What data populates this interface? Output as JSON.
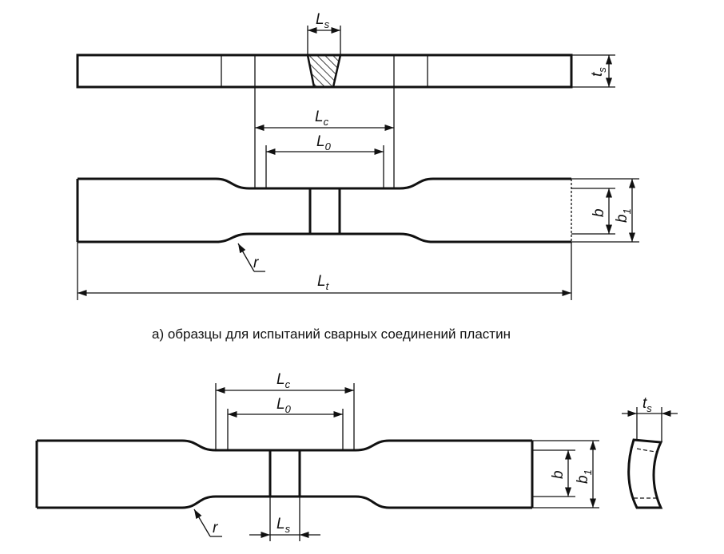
{
  "top_diagram": {
    "labels": {
      "ls": {
        "main": "L",
        "sub": "s"
      },
      "ts": {
        "main": "t",
        "sub": "s"
      },
      "lc": {
        "main": "L",
        "sub": "c"
      },
      "l0": {
        "main": "L",
        "sub": "0"
      },
      "b": {
        "main": "b",
        "sub": ""
      },
      "b1": {
        "main": "b",
        "sub": "1"
      },
      "r": {
        "main": "r",
        "sub": ""
      },
      "lt": {
        "main": "L",
        "sub": "t"
      }
    },
    "caption": "а)  образцы для испытаний сварных соединений пластин"
  },
  "bottom_diagram": {
    "labels": {
      "lc": {
        "main": "L",
        "sub": "c"
      },
      "l0": {
        "main": "L",
        "sub": "0"
      },
      "b": {
        "main": "b",
        "sub": ""
      },
      "b1": {
        "main": "b",
        "sub": "1"
      },
      "r": {
        "main": "r",
        "sub": ""
      },
      "ls": {
        "main": "L",
        "sub": "s"
      },
      "ts": {
        "main": "t",
        "sub": "s"
      }
    }
  }
}
